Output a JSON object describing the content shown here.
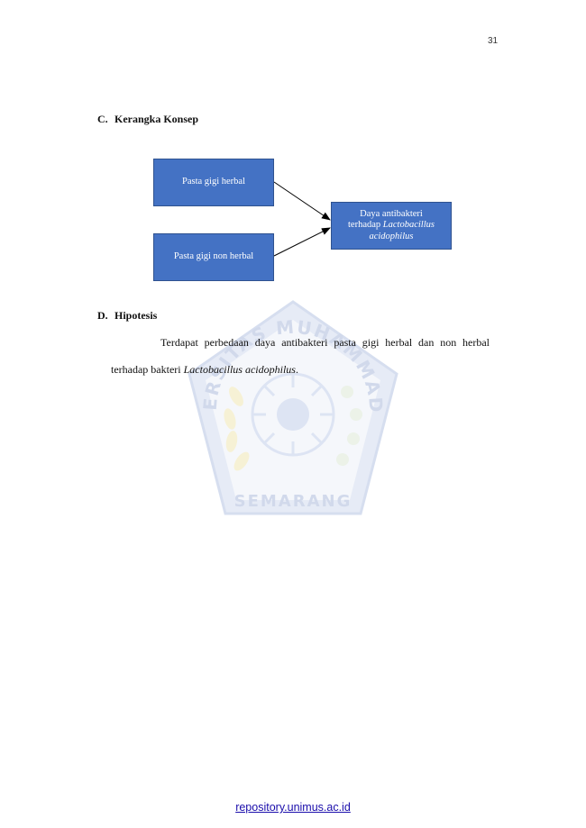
{
  "page_number": "31",
  "section_c": {
    "letter": "C.",
    "title": "Kerangka Konsep"
  },
  "diagram": {
    "box_herbal": "Pasta gigi herbal",
    "box_non_herbal": "Pasta gigi non herbal",
    "box_result_line1": "Daya antibakteri",
    "box_result_line2_prefix": "terhadap ",
    "box_result_line2_italic": "Lactobacillus",
    "box_result_line3_italic": "acidophilus"
  },
  "section_d": {
    "letter": "D.",
    "title": "Hipotesis"
  },
  "hypothesis": {
    "line1": "Terdapat perbedaan daya antibakteri pasta gigi herbal dan non herbal",
    "line2_prefix": "terhadap bakteri ",
    "line2_italic": "Lactobacillus acidophilus",
    "line2_suffix": "."
  },
  "watermark": {
    "top_text": "UNIVERSITAS MUHAMMADIYAH",
    "bottom_text": "SEMARANG"
  },
  "footer": {
    "link_text": "repository.unimus.ac.id"
  }
}
